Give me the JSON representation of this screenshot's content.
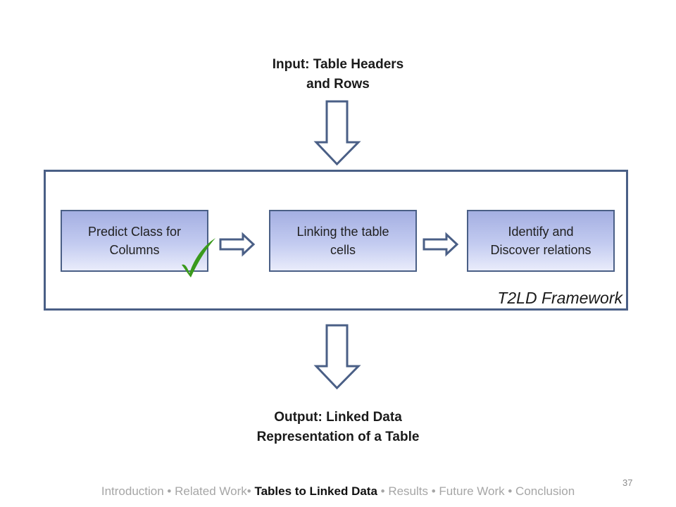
{
  "input": {
    "line1": "Input: Table Headers",
    "line2": "and Rows"
  },
  "output": {
    "line1": "Output: Linked Data",
    "line2": "Representation of a Table"
  },
  "framework": {
    "label": "T2LD Framework",
    "stages": [
      {
        "line1": "Predict Class for",
        "line2": "Columns",
        "completed": true
      },
      {
        "line1": "Linking the table",
        "line2": "cells",
        "completed": false
      },
      {
        "line1": "Identify and",
        "line2": "Discover relations",
        "completed": false
      }
    ]
  },
  "footer": {
    "introduction": "Introduction",
    "sep1": " • ",
    "related_work": "Related Work",
    "sep2": "• ",
    "tables_to_linked_data": "Tables to Linked Data",
    "sep3": "  • ",
    "results": "Results",
    "sep4": "  • ",
    "future_work": "Future Work",
    "sep5": " • ",
    "conclusion": "Conclusion"
  },
  "slide_number": "37",
  "colors": {
    "outline": "#4a5f86",
    "box_fill_top": "#a4afe2",
    "box_fill_bottom": "#e9ecfb",
    "checkmark": "#3a9a1c",
    "footer_muted": "#a6a6a6"
  },
  "icons": {
    "check": "checkmark-icon",
    "down_arrow": "down-arrow-icon",
    "right_arrow": "right-arrow-icon"
  }
}
